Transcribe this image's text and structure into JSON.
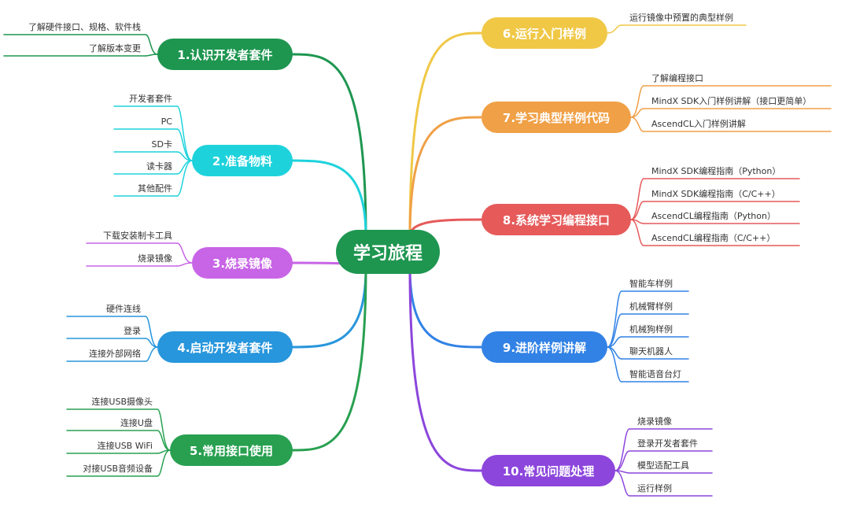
{
  "center": {
    "label": "学习旅程",
    "color": "#1e9650"
  },
  "branches": [
    {
      "id": "b1",
      "label": "1.认识开发者套件",
      "color": "#1e9650",
      "side": "left",
      "leaves": [
        "了解硬件接口、规格、软件栈",
        "了解版本变更"
      ]
    },
    {
      "id": "b2",
      "label": "2.准备物料",
      "color": "#1ed2dc",
      "side": "left",
      "leaves": [
        "开发者套件",
        "PC",
        "SD卡",
        "读卡器",
        "其他配件"
      ]
    },
    {
      "id": "b3",
      "label": "3.烧录镜像",
      "color": "#c864e6",
      "side": "left",
      "leaves": [
        "下载安装制卡工具",
        "烧录镜像"
      ]
    },
    {
      "id": "b4",
      "label": "4.启动开发者套件",
      "color": "#2896dc",
      "side": "left",
      "leaves": [
        "硬件连线",
        "登录",
        "连接外部网络"
      ]
    },
    {
      "id": "b5",
      "label": "5.常用接口使用",
      "color": "#28a050",
      "side": "left",
      "leaves": [
        "连接USB摄像头",
        "连接U盘",
        "连接USB WiFi",
        "对接USB音频设备"
      ]
    },
    {
      "id": "b6",
      "label": "6.运行入门样例",
      "color": "#f0c846",
      "side": "right",
      "leaves": [
        "运行镜像中预置的典型样例"
      ]
    },
    {
      "id": "b7",
      "label": "7.学习典型样例代码",
      "color": "#f0a046",
      "side": "right",
      "leaves": [
        "了解编程接口",
        "MindX SDK入门样例讲解（接口更简单）",
        "AscendCL入门样例讲解"
      ]
    },
    {
      "id": "b8",
      "label": "8.系统学习编程接口",
      "color": "#e65a5a",
      "side": "right",
      "leaves": [
        "MindX SDK编程指南（Python）",
        "MindX SDK编程指南（C/C++）",
        "AscendCL编程指南（Python）",
        "AscendCL编程指南（C/C++）"
      ]
    },
    {
      "id": "b9",
      "label": "9.进阶样例讲解",
      "color": "#3282e6",
      "side": "right",
      "leaves": [
        "智能车样例",
        "机械臂样例",
        "机械狗样例",
        "聊天机器人",
        "智能语音台灯"
      ]
    },
    {
      "id": "b10",
      "label": "10.常见问题处理",
      "color": "#8c46dc",
      "side": "right",
      "leaves": [
        "烧录镜像",
        "登录开发者套件",
        "模型适配工具",
        "运行样例"
      ]
    }
  ]
}
